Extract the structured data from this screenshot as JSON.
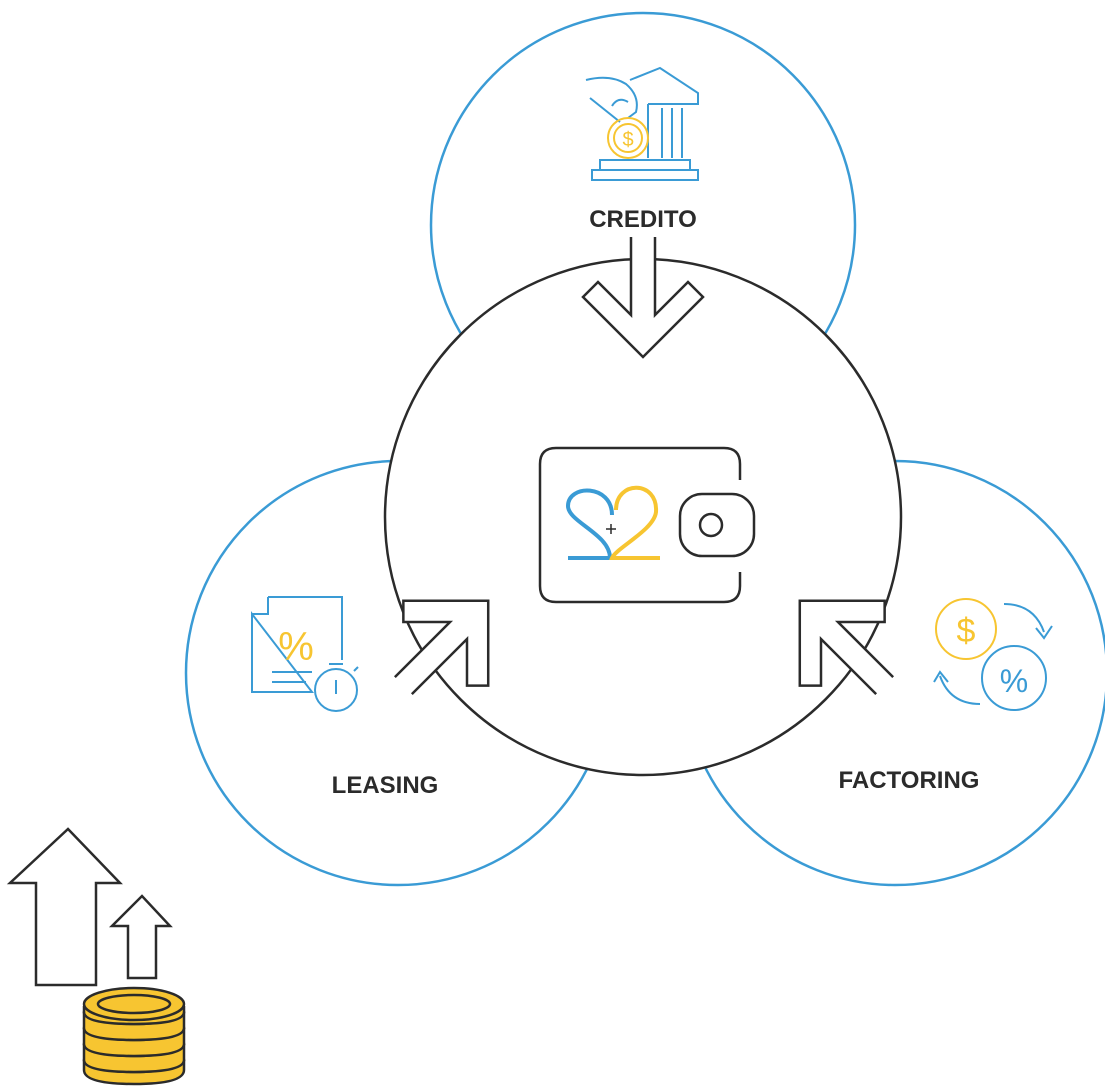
{
  "diagram": {
    "center": {
      "icon": "wallet-s2-logo-icon"
    },
    "nodes": [
      {
        "id": "credito",
        "label": "CREDITO",
        "icon": "bank-hand-coin-icon"
      },
      {
        "id": "leasing",
        "label": "LEASING",
        "icon": "document-percent-timer-icon"
      },
      {
        "id": "factoring",
        "label": "FACTORING",
        "icon": "dollar-percent-exchange-icon"
      }
    ],
    "decoration": {
      "icon": "coins-growth-arrows-icon"
    }
  },
  "colors": {
    "blue": "#3a9bd5",
    "yellow": "#f7c531",
    "dark": "#2b2b2b",
    "coin_fill": "#f7c531"
  }
}
